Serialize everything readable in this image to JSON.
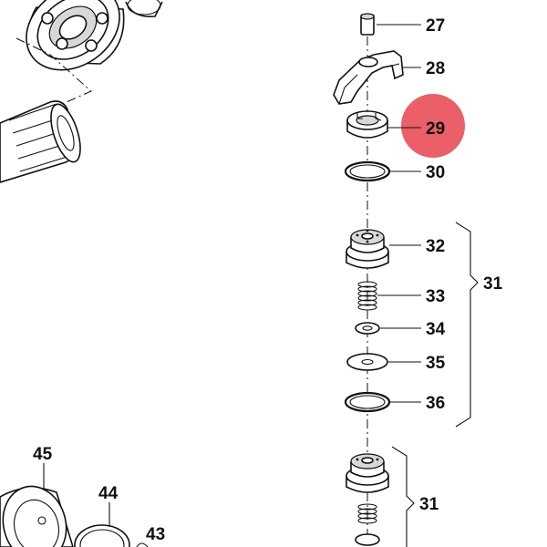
{
  "highlight_color": "#e8434d",
  "callouts": {
    "c27": "27",
    "c28": "28",
    "c29": "29",
    "c30": "30",
    "c31a": "31",
    "c32": "32",
    "c33": "33",
    "c34": "34",
    "c35": "35",
    "c36": "36",
    "c31b": "31",
    "c43": "43",
    "c44": "44",
    "c45": "45"
  }
}
